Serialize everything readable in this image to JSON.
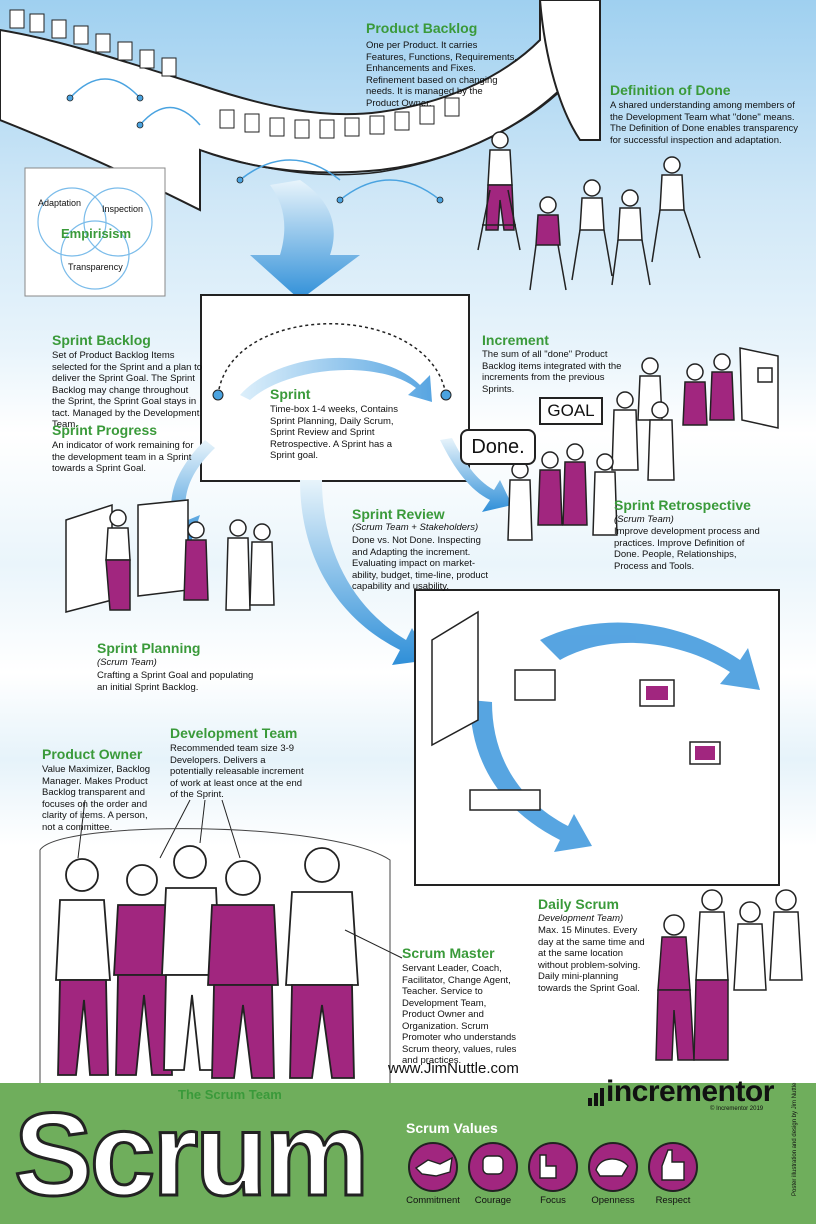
{
  "product_backlog": {
    "title": "Product Backlog",
    "text": "One per Product. It carries Features, Functions, Requirements, Enhancements and Fixes. Refinement based on changing needs. It is managed by the Product Owner."
  },
  "definition_of_done": {
    "title": "Definition of Done",
    "text": "A shared understanding among members of the Development Team what \"done\" means. The Definition of Done enables transparency for successful inspection and adaptation."
  },
  "empiricism": {
    "title": "Empirisism",
    "adaptation": "Adaptation",
    "inspection": "Inspection",
    "transparency": "Transparency"
  },
  "sprint_backlog": {
    "title": "Sprint Backlog",
    "text": "Set of Product Backlog Items selected for the Sprint and a plan to deliver the Sprint Goal. The Sprint Backlog may change throughout the Sprint, the Sprint Goal stays in tact. Managed by the Development Team."
  },
  "sprint_progress": {
    "title": "Sprint Progress",
    "text": "An indicator of work remaining for the development team in a Sprint towards a Sprint Goal."
  },
  "sprint": {
    "title": "Sprint",
    "text": "Time-box 1-4 weeks, Contains Sprint Planning, Daily Scrum, Sprint Review and Sprint Retrospective. A Sprint has a Sprint goal."
  },
  "increment": {
    "title": "Increment",
    "text": "The sum of all \"done\" Product Backlog items integrated with the increments from the previous Sprints."
  },
  "signs": {
    "goal": "GOAL",
    "done": "Done."
  },
  "sprint_review": {
    "title": "Sprint Review",
    "sub": "(Scrum Team + Stakeholders)",
    "text": "Done vs. Not Done. Inspecting and Adapting the increment. Evaluating impact on market-ability, budget, time-line, product capability and usability."
  },
  "sprint_retrospective": {
    "title": "Sprint Retrospective",
    "sub": "(Scrum Team)",
    "text": "Improve development process and practices. Improve Definition of Done. People, Relationships, Process and Tools."
  },
  "sprint_planning": {
    "title": "Sprint Planning",
    "sub": "(Scrum Team)",
    "text": "Crafting a Sprint Goal and populating an initial Sprint Backlog."
  },
  "product_owner": {
    "title": "Product Owner",
    "text": "Value Maximizer, Backlog Manager. Makes Product Backlog transparent and focuses on the order and clarity of items. A person, not a committee."
  },
  "development_team": {
    "title": "Development Team",
    "text": "Recommended team size 3-9 Developers. Delivers a potentially releasable increment of work at least once at the end of the Sprint."
  },
  "daily_scrum": {
    "title": "Daily Scrum",
    "sub": "Development Team)",
    "text": "Max. 15 Minutes. Every day at the same time and at the same location without problem-solving. Daily mini-planning towards the Sprint Goal."
  },
  "scrum_master": {
    "title": "Scrum Master",
    "text": "Servant Leader, Coach, Facilitator, Change Agent, Teacher. Service to Development Team, Product Owner and Organization. Scrum Promoter who understands Scrum theory, values, rules and practices."
  },
  "scrum_team_label": "The Scrum Team",
  "url": "www.JimNuttle.com",
  "footer": {
    "title": "Scrum",
    "values_title": "Scrum Values",
    "values": [
      "Commitment",
      "Courage",
      "Focus",
      "Openness",
      "Respect"
    ],
    "logo": "incrementor",
    "copyright": "© Incrementor 2019",
    "credit": "Poster illustration and design by Jim Nuttle"
  },
  "colors": {
    "green": "#3a9a3a",
    "magenta": "#a1267f",
    "blue": "#4aa3e0",
    "footer_green": "#6fae5c"
  }
}
